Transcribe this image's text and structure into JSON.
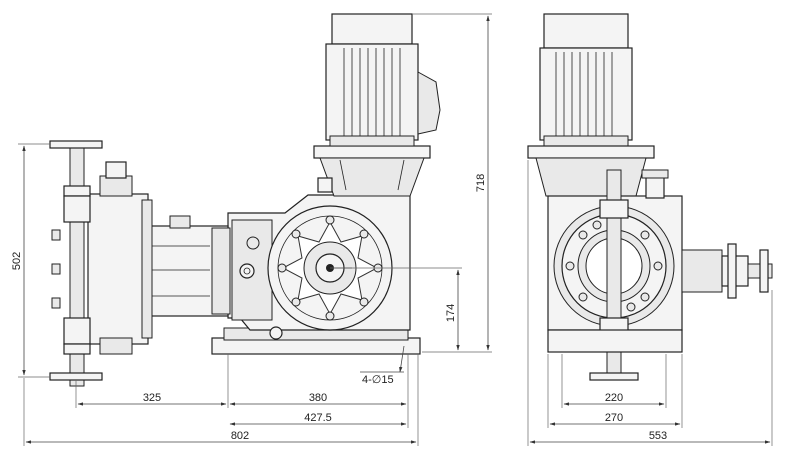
{
  "dimensions": {
    "total_length": "802",
    "left_reach": "325",
    "motor_reach": "380",
    "base_center": "427.5",
    "total_width": "553",
    "base_width": "270",
    "bolt_spacing": "220",
    "height": "718",
    "flange_height": "502",
    "shaft_height": "174",
    "bolt_holes": "4-∅15"
  }
}
